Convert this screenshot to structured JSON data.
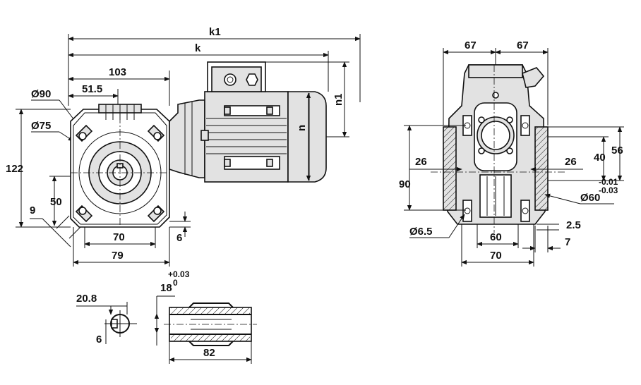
{
  "diagram": {
    "front_view": {
      "k1": "k1",
      "k": "k",
      "d103": "103",
      "d51_5": "51.5",
      "dia90": "Ø90",
      "dia75": "Ø75",
      "d122": "122",
      "d50": "50",
      "d9": "9",
      "d70": "70",
      "d79": "79",
      "d6": "6",
      "n": "n",
      "n1": "n1"
    },
    "side_view": {
      "d67_left": "67",
      "d67_right": "67",
      "d26_left": "26",
      "d26_right": "26",
      "d90": "90",
      "d40": "40",
      "d56": "56",
      "tol_upper": "-0.01",
      "tol_lower": "-0.03",
      "dia60": "Ø60",
      "dia6_5": "Ø6.5",
      "d2_5": "2.5",
      "d60": "60",
      "d7": "7",
      "d70": "70"
    },
    "shaft_view": {
      "d18": "18",
      "tol_upper": "+0.03",
      "tol_lower": "0",
      "d20_8": "20.8",
      "d6": "6",
      "d82": "82"
    }
  }
}
